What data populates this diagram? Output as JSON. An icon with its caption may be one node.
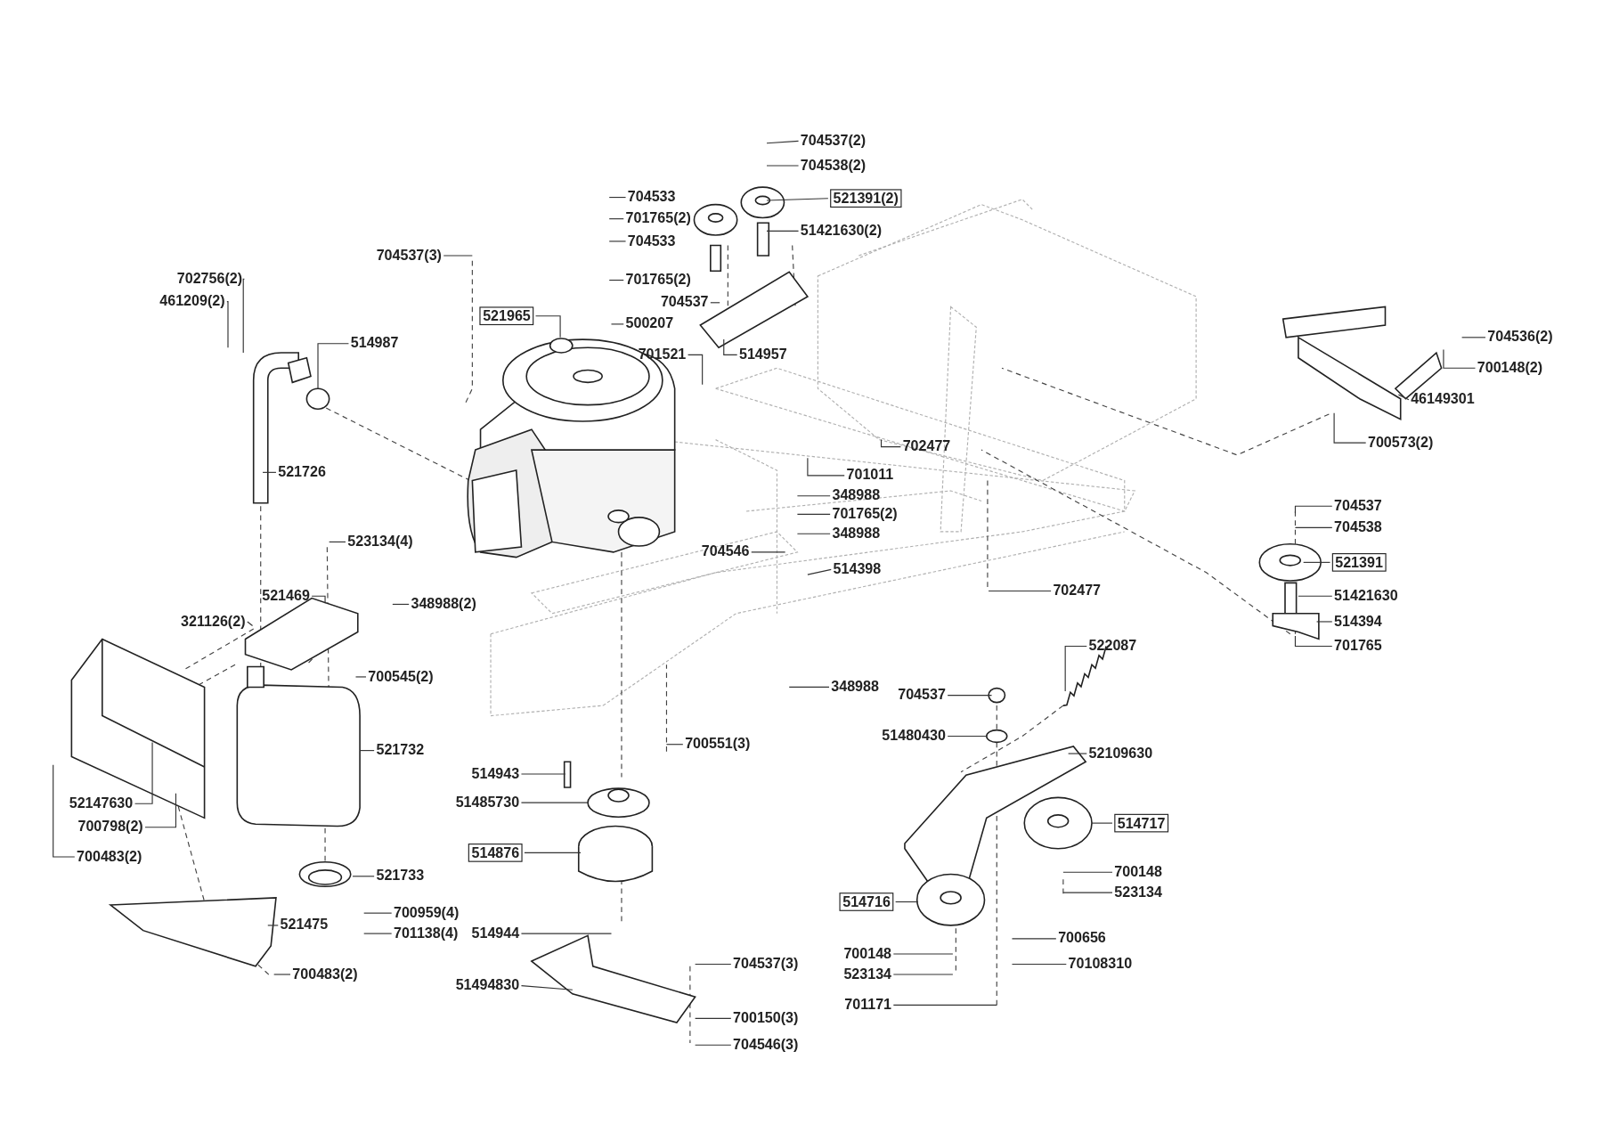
{
  "diagram": {
    "nodes": [
      {
        "text": [
          "704537(2)"
        ]
      },
      {
        "text": [
          "704538(2)"
        ]
      },
      {
        "text": [
          "704533"
        ]
      },
      {
        "text": [
          "701765(2)"
        ]
      },
      {
        "text": [
          "704533"
        ]
      },
      {
        "text": [
          "521391(2)"
        ]
      },
      {
        "text": [
          "51421630(2)"
        ]
      },
      {
        "text": [
          "704537(3)"
        ]
      },
      {
        "text": [
          "702756(2)"
        ]
      },
      {
        "text": [
          "461209(2)"
        ]
      },
      {
        "text": [
          "701765(2)"
        ]
      },
      {
        "text": [
          "704537"
        ]
      },
      {
        "text": [
          "521965"
        ]
      },
      {
        "text": [
          "500207"
        ]
      },
      {
        "text": [
          "514987"
        ]
      },
      {
        "text": [
          "514957"
        ]
      },
      {
        "text": [
          "701521"
        ]
      },
      {
        "text": [
          "704536(2)"
        ]
      },
      {
        "text": [
          "700148(2)"
        ]
      },
      {
        "text": [
          "46149301"
        ]
      },
      {
        "text": [
          "700573(2)"
        ]
      },
      {
        "text": [
          "702477"
        ]
      },
      {
        "text": [
          "701011"
        ]
      },
      {
        "text": [
          "521726"
        ]
      },
      {
        "text": [
          "348988"
        ]
      },
      {
        "text": [
          "701765(2)"
        ]
      },
      {
        "text": [
          "348988"
        ]
      },
      {
        "text": [
          "704546"
        ]
      },
      {
        "text": [
          "514398"
        ]
      },
      {
        "text": [
          "704537"
        ]
      },
      {
        "text": [
          "704538"
        ]
      },
      {
        "text": [
          "521391"
        ]
      },
      {
        "text": [
          "51421630"
        ]
      },
      {
        "text": [
          "514394"
        ]
      },
      {
        "text": [
          "701765"
        ]
      },
      {
        "text": [
          "702477"
        ]
      },
      {
        "text": [
          "523134(4)"
        ]
      },
      {
        "text": [
          "521469"
        ]
      },
      {
        "text": [
          "348988(2)"
        ]
      },
      {
        "text": [
          "321126(2)"
        ]
      },
      {
        "text": [
          "700545(2)"
        ]
      },
      {
        "text": [
          "522087"
        ]
      },
      {
        "text": [
          "348988"
        ]
      },
      {
        "text": [
          "704537"
        ]
      },
      {
        "text": [
          "51480430"
        ]
      },
      {
        "text": [
          "700551(3)"
        ]
      },
      {
        "text": [
          "52109630"
        ]
      },
      {
        "text": [
          "521732"
        ]
      },
      {
        "text": [
          "514943"
        ]
      },
      {
        "text": [
          "52147630"
        ]
      },
      {
        "text": [
          "51485730"
        ]
      },
      {
        "text": [
          "700798(2)"
        ]
      },
      {
        "text": [
          "514717"
        ]
      },
      {
        "text": [
          "514876"
        ]
      },
      {
        "text": [
          "700483(2)"
        ]
      },
      {
        "text": [
          "521733"
        ]
      },
      {
        "text": [
          "700148"
        ]
      },
      {
        "text": [
          "523134"
        ]
      },
      {
        "text": [
          "514716"
        ]
      },
      {
        "text": [
          "700959(4)"
        ]
      },
      {
        "text": [
          "521475"
        ]
      },
      {
        "text": [
          "701138(4)"
        ]
      },
      {
        "text": [
          "514944"
        ]
      },
      {
        "text": [
          "700656"
        ]
      },
      {
        "text": [
          "704537(3)"
        ]
      },
      {
        "text": [
          "700148"
        ]
      },
      {
        "text": [
          "70108310"
        ]
      },
      {
        "text": [
          "700483(2)"
        ]
      },
      {
        "text": [
          "523134"
        ]
      },
      {
        "text": [
          "51494830"
        ]
      },
      {
        "text": [
          "700150(3)"
        ]
      },
      {
        "text": [
          "701171"
        ]
      },
      {
        "text": [
          "704546(3)"
        ]
      }
    ],
    "edges": [
      {
        "from": 0,
        "to": null,
        "arrow": "none"
      },
      {
        "from": 1,
        "to": null,
        "arrow": "none"
      },
      {
        "from": 2,
        "to": null,
        "arrow": "none"
      },
      {
        "from": 3,
        "to": null,
        "arrow": "none"
      },
      {
        "from": 4,
        "to": null,
        "arrow": "none"
      },
      {
        "from": 5,
        "to": null,
        "arrow": "none"
      },
      {
        "from": 6,
        "to": null,
        "arrow": "none"
      },
      {
        "from": 7,
        "to": null,
        "arrow": "none"
      },
      {
        "from": 8,
        "to": null,
        "arrow": "none"
      },
      {
        "from": 9,
        "to": null,
        "arrow": "none"
      },
      {
        "from": 10,
        "to": null,
        "arrow": "none"
      },
      {
        "from": 11,
        "to": null,
        "arrow": "none"
      },
      {
        "from": 12,
        "to": null,
        "arrow": "none"
      },
      {
        "from": 13,
        "to": null,
        "arrow": "none"
      },
      {
        "from": 14,
        "to": null,
        "arrow": "none"
      },
      {
        "from": 15,
        "to": null,
        "arrow": "none"
      },
      {
        "from": 16,
        "to": null,
        "arrow": "none"
      },
      {
        "from": 17,
        "to": null,
        "arrow": "none"
      },
      {
        "from": 18,
        "to": null,
        "arrow": "none"
      },
      {
        "from": 19,
        "to": null,
        "arrow": "none"
      },
      {
        "from": 20,
        "to": null,
        "arrow": "none"
      },
      {
        "from": 21,
        "to": null,
        "arrow": "none"
      },
      {
        "from": 22,
        "to": null,
        "arrow": "none"
      },
      {
        "from": 23,
        "to": null,
        "arrow": "none"
      },
      {
        "from": 24,
        "to": null,
        "arrow": "none"
      },
      {
        "from": 25,
        "to": null,
        "arrow": "none"
      },
      {
        "from": 26,
        "to": null,
        "arrow": "none"
      },
      {
        "from": 27,
        "to": null,
        "arrow": "none"
      },
      {
        "from": 28,
        "to": null,
        "arrow": "none"
      },
      {
        "from": 29,
        "to": null,
        "arrow": "none"
      },
      {
        "from": 30,
        "to": null,
        "arrow": "none"
      },
      {
        "from": 31,
        "to": null,
        "arrow": "none"
      },
      {
        "from": 32,
        "to": null,
        "arrow": "none"
      },
      {
        "from": 33,
        "to": null,
        "arrow": "none"
      },
      {
        "from": 34,
        "to": null,
        "arrow": "none"
      },
      {
        "from": 35,
        "to": null,
        "arrow": "none"
      },
      {
        "from": 36,
        "to": null,
        "arrow": "none"
      },
      {
        "from": 37,
        "to": null,
        "arrow": "none"
      },
      {
        "from": 38,
        "to": null,
        "arrow": "none"
      },
      {
        "from": 39,
        "to": null,
        "arrow": "none"
      },
      {
        "from": 40,
        "to": null,
        "arrow": "none"
      },
      {
        "from": 41,
        "to": null,
        "arrow": "none"
      },
      {
        "from": 42,
        "to": null,
        "arrow": "none"
      },
      {
        "from": 43,
        "to": null,
        "arrow": "none"
      },
      {
        "from": 44,
        "to": null,
        "arrow": "none"
      },
      {
        "from": 45,
        "to": null,
        "arrow": "none"
      },
      {
        "from": 46,
        "to": null,
        "arrow": "none"
      },
      {
        "from": 47,
        "to": null,
        "arrow": "none"
      },
      {
        "from": 48,
        "to": null,
        "arrow": "none"
      },
      {
        "from": 49,
        "to": null,
        "arrow": "none"
      },
      {
        "from": 50,
        "to": null,
        "arrow": "none"
      },
      {
        "from": 51,
        "to": null,
        "arrow": "none"
      },
      {
        "from": 52,
        "to": null,
        "arrow": "none"
      },
      {
        "from": 53,
        "to": null,
        "arrow": "none"
      },
      {
        "from": 54,
        "to": null,
        "arrow": "none"
      },
      {
        "from": 55,
        "to": null,
        "arrow": "none"
      },
      {
        "from": 56,
        "to": null,
        "arrow": "none"
      },
      {
        "from": 57,
        "to": null,
        "arrow": "none"
      },
      {
        "from": 58,
        "to": null,
        "arrow": "none"
      },
      {
        "from": 59,
        "to": null,
        "arrow": "none"
      },
      {
        "from": 60,
        "to": null,
        "arrow": "none"
      },
      {
        "from": 61,
        "to": null,
        "arrow": "none"
      },
      {
        "from": 62,
        "to": null,
        "arrow": "none"
      },
      {
        "from": 63,
        "to": null,
        "arrow": "none"
      },
      {
        "from": 64,
        "to": null,
        "arrow": "none"
      },
      {
        "from": 65,
        "to": null,
        "arrow": "none"
      },
      {
        "from": 66,
        "to": null,
        "arrow": "none"
      },
      {
        "from": 67,
        "to": null,
        "arrow": "none"
      },
      {
        "from": 68,
        "to": null,
        "arrow": "none"
      },
      {
        "from": 69,
        "to": null,
        "arrow": "none"
      },
      {
        "from": 70,
        "to": null,
        "arrow": "none"
      },
      {
        "from": 71,
        "to": null,
        "arrow": "none"
      },
      {
        "from": 72,
        "to": null,
        "arrow": "none"
      }
    ]
  }
}
